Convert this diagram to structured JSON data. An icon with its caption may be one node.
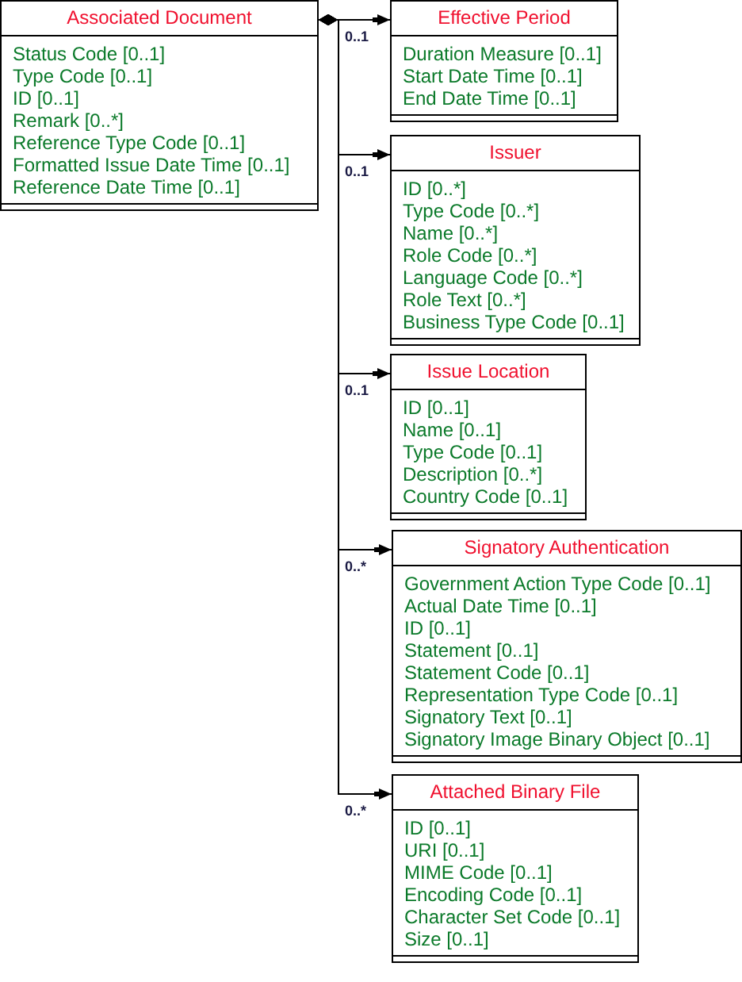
{
  "diagram": {
    "nodes": [
      {
        "text": [
          "Associated Document",
          "Status Code [0..1]",
          "Type Code [0..1]",
          "ID [0..1]",
          "Remark [0..*]",
          "Reference Type Code [0..1]",
          "Formatted Issue Date Time [0..1]",
          "Reference Date Time [0..1]"
        ]
      },
      {
        "text": [
          "Effective Period",
          "Duration Measure [0..1]",
          "Start Date Time [0..1]",
          "End Date Time [0..1]"
        ]
      },
      {
        "text": [
          "Issuer",
          "ID [0..*]",
          "Type Code [0..*]",
          "Name [0..*]",
          "Role Code [0..*]",
          "Language Code [0..*]",
          "Role Text [0..*]",
          "Business Type Code [0..1]"
        ]
      },
      {
        "text": [
          "Issue Location",
          "ID [0..1]",
          "Name [0..1]",
          "Type Code [0..1]",
          "Description [0..*]",
          "Country Code [0..1]"
        ]
      },
      {
        "text": [
          "Signatory Authentication",
          "Government Action Type Code [0..1]",
          "Actual Date Time [0..1]",
          "ID [0..1]",
          "Statement [0..1]",
          "Statement Code [0..1]",
          "Representation Type Code [0..1]",
          "Signatory Text [0..1]",
          "Signatory Image Binary Object [0..1]"
        ]
      },
      {
        "text": [
          "Attached Binary File",
          "ID [0..1]",
          "URI [0..1]",
          "MIME Code [0..1]",
          "Encoding Code [0..1]",
          "Character Set Code [0..1]",
          "Size [0..1]"
        ]
      }
    ],
    "edges": [
      {
        "from": 0,
        "to": 1,
        "arrow": "to",
        "label": "0..1"
      },
      {
        "from": 0,
        "to": 2,
        "arrow": "to",
        "label": "0..1"
      },
      {
        "from": 0,
        "to": 3,
        "arrow": "to",
        "label": "0..1"
      },
      {
        "from": 0,
        "to": 4,
        "arrow": "to",
        "label": "0..*"
      },
      {
        "from": 0,
        "to": 5,
        "arrow": "to",
        "label": "0..*"
      }
    ]
  }
}
